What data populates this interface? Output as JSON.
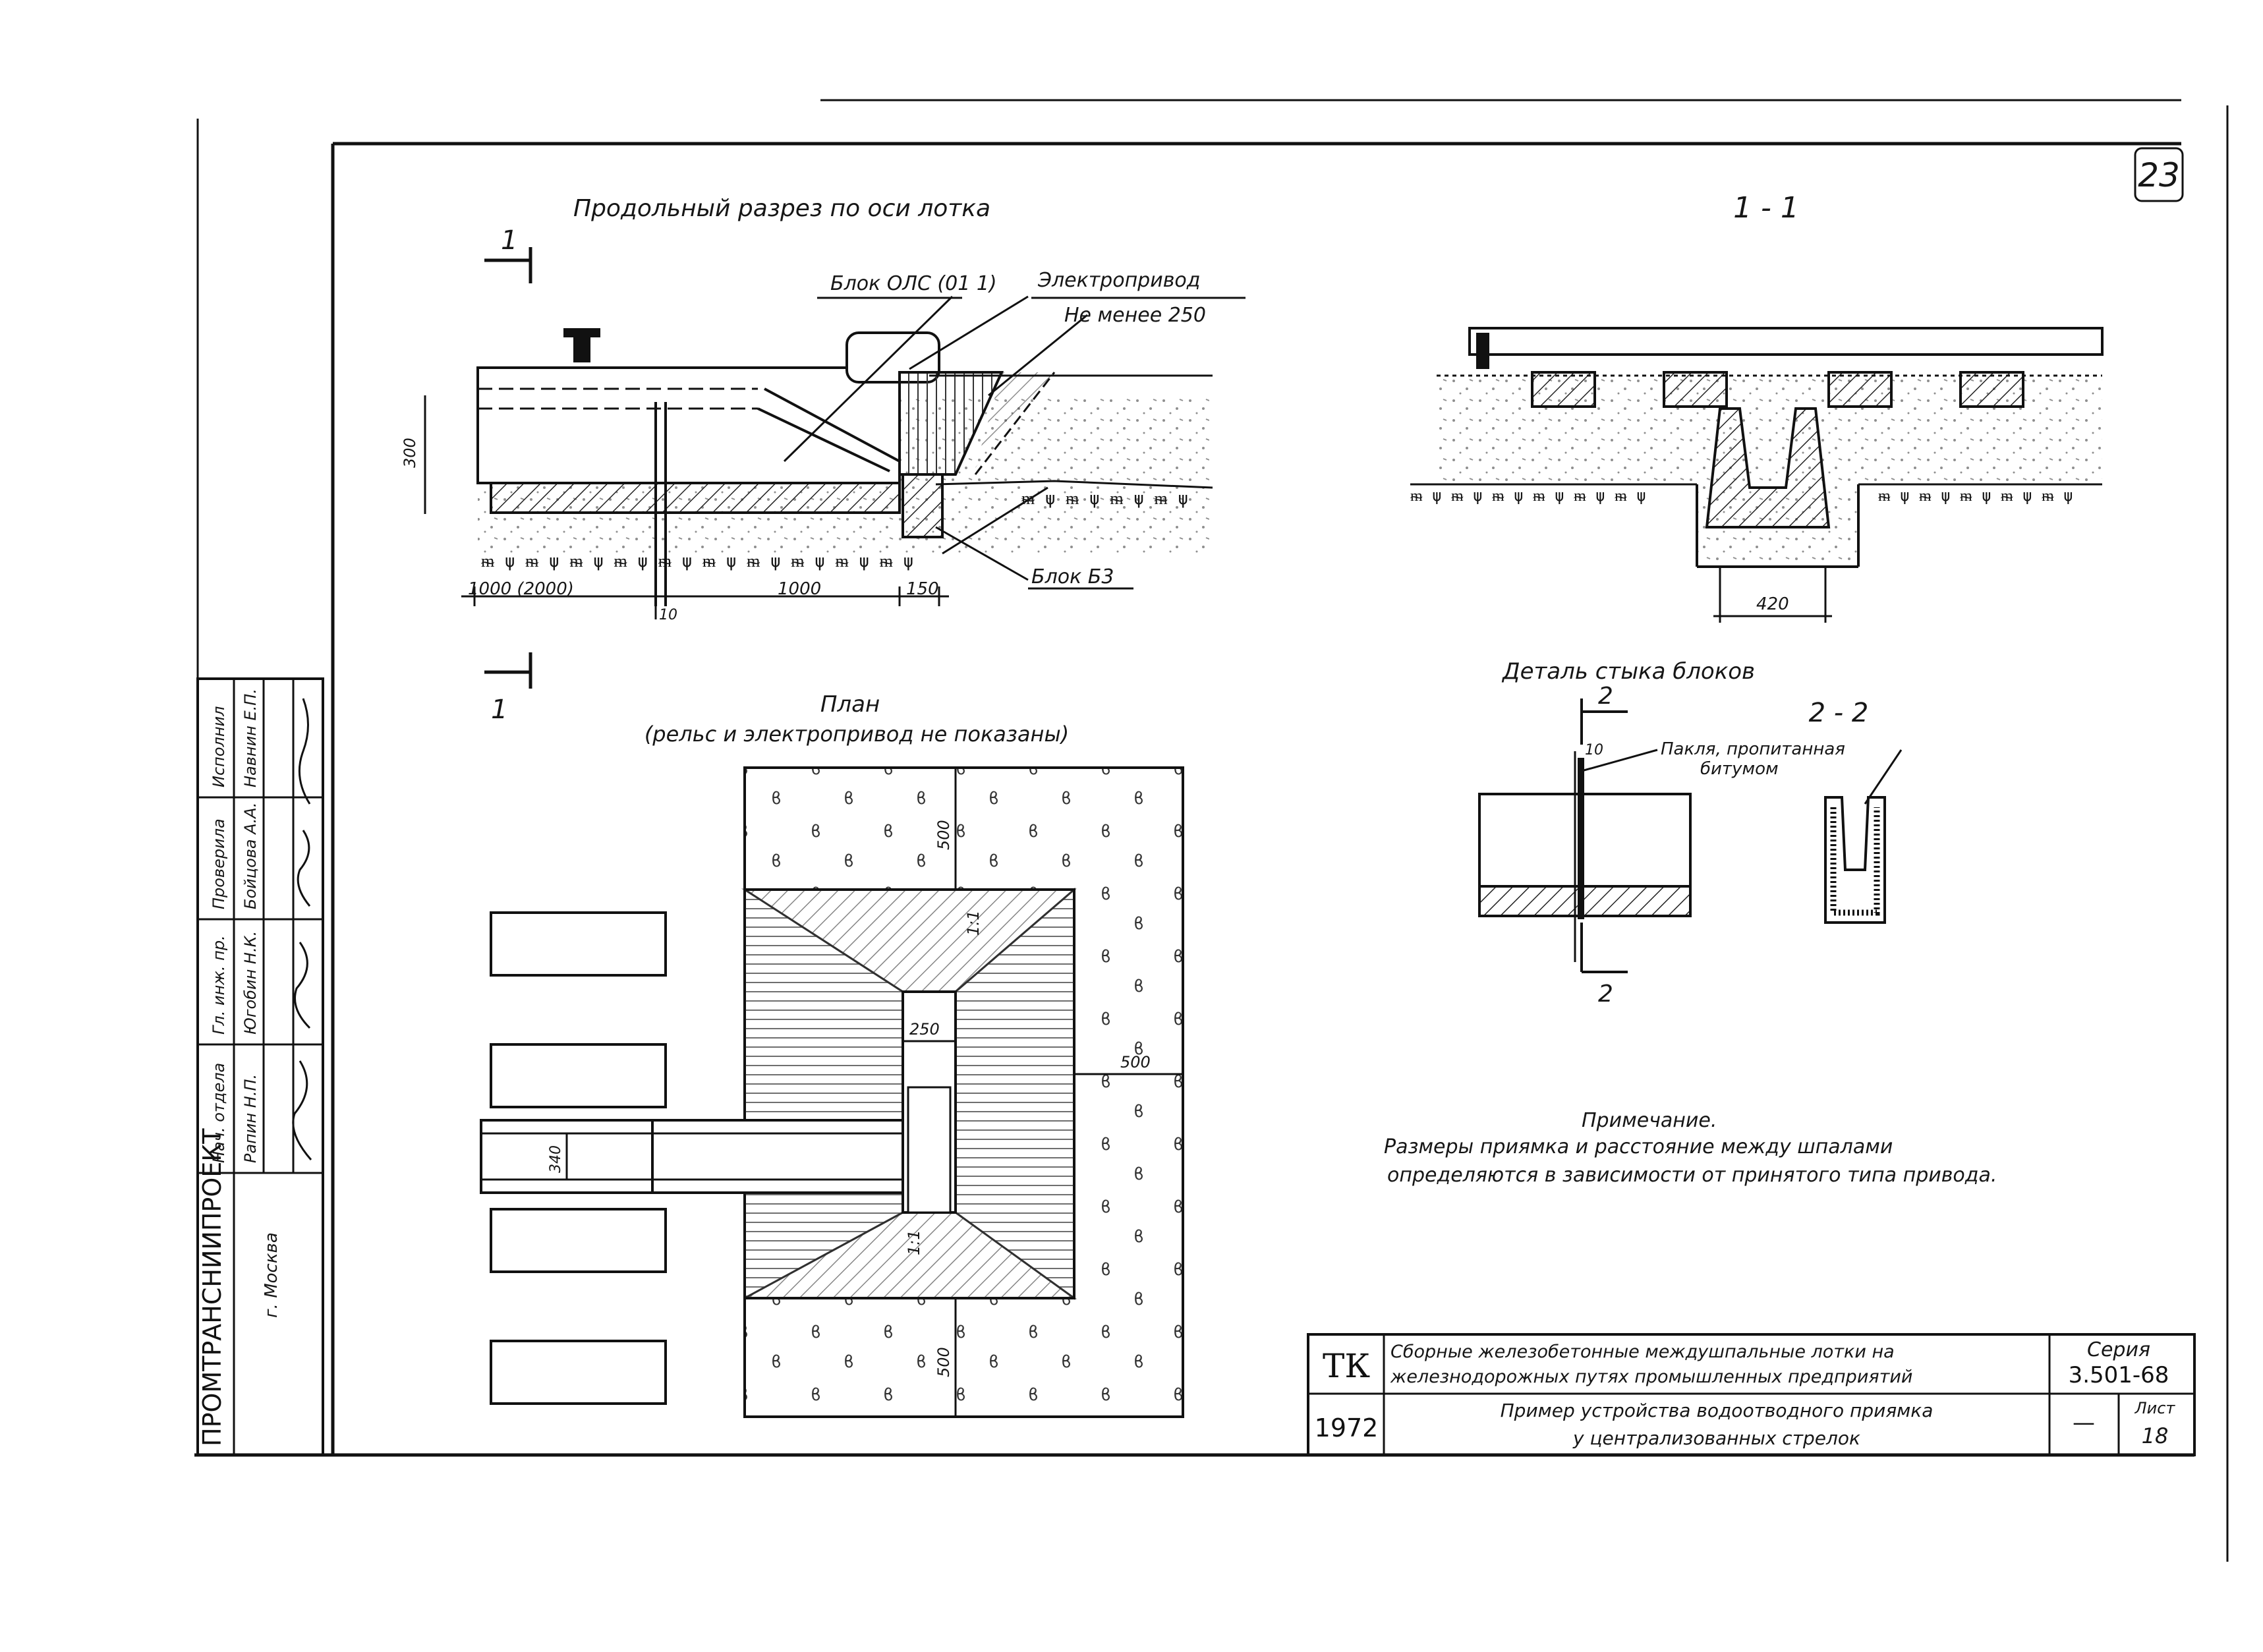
{
  "sheet_number": "23",
  "longitudinal_section": {
    "title": "Продольный разрез по оси лотка",
    "block_ops_label": "Блок ОЛС (01 1)",
    "electric_drive_label": "Электропривод",
    "min_distance_label": "Не менее 250",
    "height_dim": "300",
    "block_b3_label": "Блок Б3",
    "dims": [
      "1000 (2000)",
      "1000",
      "150",
      "10"
    ]
  },
  "section_marker_1_1": {
    "label": "1",
    "label_bottom": "1"
  },
  "cross_section": {
    "title": "1 - 1",
    "width_dim": "420"
  },
  "plan": {
    "title": "План",
    "subtitle": "(рельс и электропривод не показаны)",
    "dims": [
      "500",
      "250",
      "500",
      "340",
      "500"
    ],
    "slope_top": "1:1",
    "slope_bottom": "1:1"
  },
  "joint_detail": {
    "title": "Деталь стыка блоков",
    "marker_top": "2",
    "marker_bottom": "2",
    "section_label": "2 - 2",
    "gap_dim": "10",
    "tow_label_1": "Пакля, пропитанная",
    "tow_label_2": "битумом"
  },
  "note": {
    "heading": "Примечание.",
    "line1": "Размеры приямка и расстояние между шпалами",
    "line2": "определяются в зависимости от принятого типа привода."
  },
  "left_stamp": {
    "organization": "ПРОМТРАНСНИИПРОЕКТ",
    "city": "г. Москва",
    "roles": [
      "Нач. отдела",
      "Гл. инж. пр.",
      "Проверила",
      "Исполнил"
    ],
    "names": [
      "Рапин Н.П.",
      "Югобин Н.К.",
      "Бойцова А.А.",
      "Навнин Е.П."
    ]
  },
  "title_block": {
    "tk_label": "ТК",
    "year": "1972",
    "line1": "Сборные железобетонные междушпальные лотки на",
    "line2": "железнодорожных путях промышленных предприятий",
    "line3": "Пример устройства водоотводного приямка",
    "line4": "у централизованных стрелок",
    "series_label": "Серия",
    "series_value": "3.501-68",
    "dash": "—",
    "sheet_label": "Лист",
    "sheet_value": "18"
  }
}
